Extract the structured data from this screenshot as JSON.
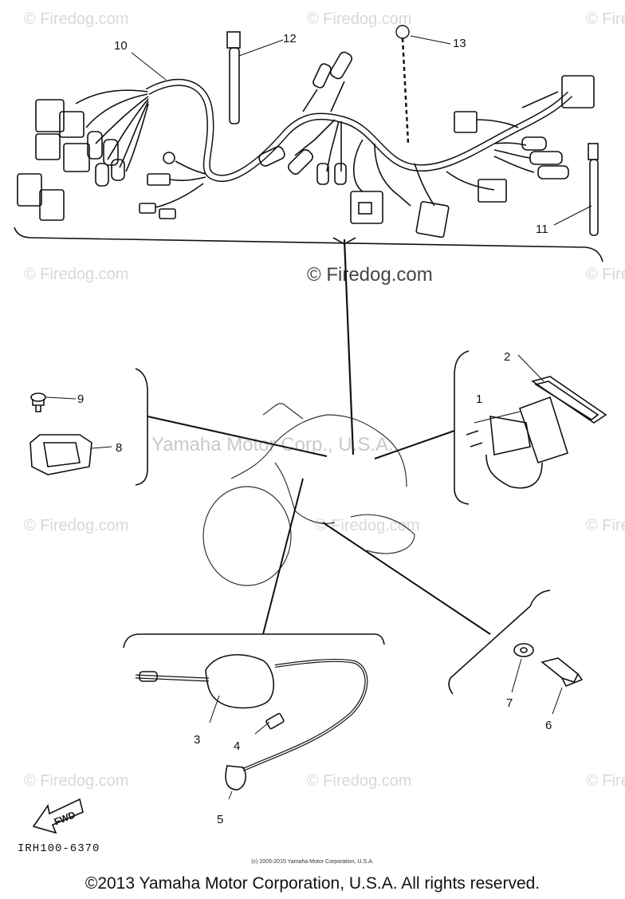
{
  "diagram": {
    "callouts": [
      "1",
      "2",
      "3",
      "4",
      "5",
      "6",
      "7",
      "8",
      "9",
      "10",
      "11",
      "12",
      "13"
    ],
    "watermark": {
      "small": "© Firedog.com",
      "center": "Yamaha Motor Corp., U.S.A.",
      "mid": "© Firedog.com"
    },
    "fwd_label": "FWD",
    "diagram_code": "IRH100-6370",
    "small_copyright": "(c) 2005-2015 Yamaha Motor Corporation, U.S.A.",
    "copyright": "©2013 Yamaha Motor Corporation, U.S.A. All rights reserved."
  }
}
